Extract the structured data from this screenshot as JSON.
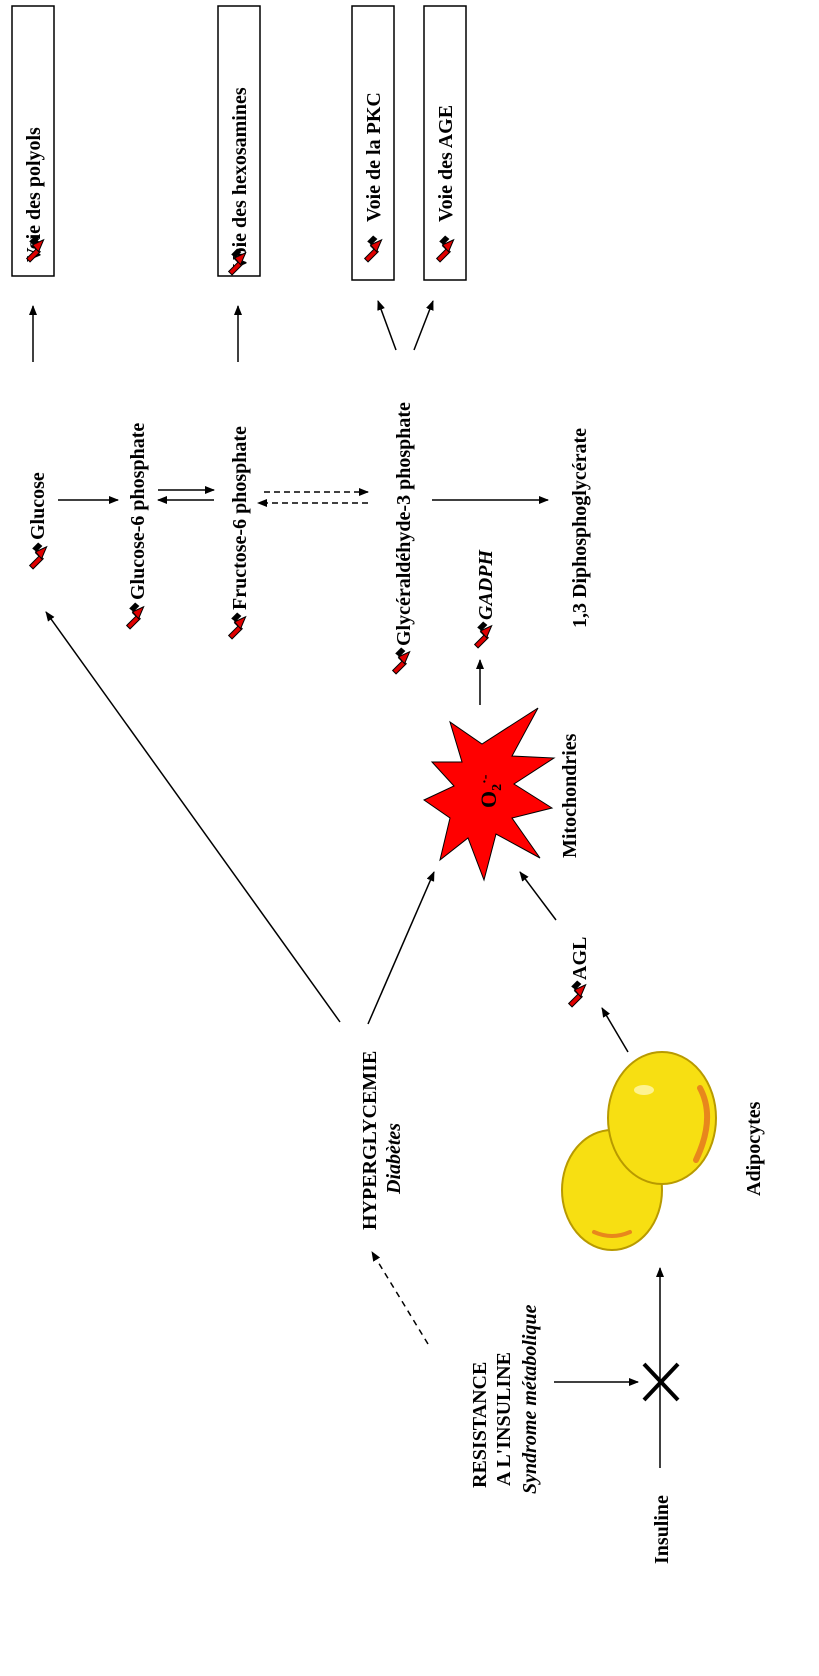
{
  "pathways": {
    "polyols": "Voie des polyols",
    "hexosamines": "Voie des hexosamines",
    "pkc": "Voie de la PKC",
    "age": "Voie des AGE"
  },
  "metabolites": {
    "glucose": "Glucose",
    "g6p": "Glucose-6 phosphate",
    "f6p": "Fructose-6 phosphate",
    "g3p": "Glycéraldéhyde-3 phosphate",
    "gadph": "GADPH",
    "dpg": "1,3 Diphosphoglycérate"
  },
  "mito": {
    "radical_main": "O",
    "radical_sub": "2",
    "radical_sup": "·-",
    "label": "Mitochondries"
  },
  "agl": "AGL",
  "hyper": {
    "title": "HYPERGLYCEMIE",
    "subtitle": "Diabètes"
  },
  "resistance": {
    "line1": "RESISTANCE",
    "line2": "A L'INSULINE",
    "line3": "Syndrome métabolique"
  },
  "adipocytes": "Adipocytes",
  "insuline": "Insuline",
  "colors": {
    "up_arrow": "#e00000",
    "radical_star": "#ff0000",
    "adipocyte_fill": "#f7df12",
    "adipocyte_stroke": "#b89a00",
    "adipocyte_highlight": "#e8871c"
  }
}
